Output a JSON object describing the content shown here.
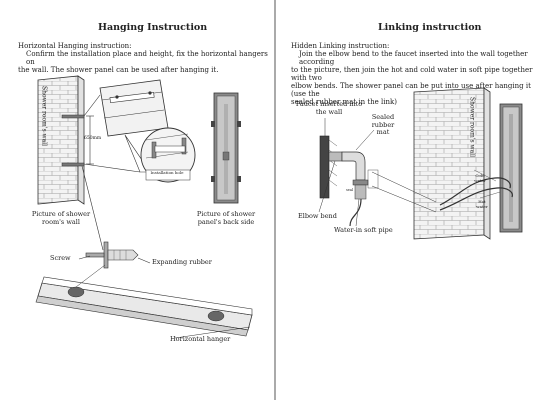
{
  "left": {
    "title": "Hanging Instruction",
    "intro_heading": "Horizontal Hanging instruction:",
    "intro_line1": "Confirm the installation place and height, fix the horizontal hangers on",
    "intro_line2": "the wall. The shower panel can be used after hanging it.",
    "wall_label": "Shower room's wall",
    "measurement": "650mm",
    "installation_hole_label": "Installation hole",
    "wall_picture_caption": "Picture of shower room's wall",
    "panel_back_caption": "Picture of shower panel's back side",
    "screw_label": "Screw",
    "expanding_rubber_label": "Expanding rubber",
    "horizontal_hanger_label": "Horizontal hanger"
  },
  "right": {
    "title": "Linking instruction",
    "intro_heading": "Hidden Linking instruction:",
    "intro_line1": "Join the elbow bend to the faucet inserted into the wall together according",
    "intro_line2": "to the picture,  then join the hot and cold water in soft pipe together with two",
    "intro_line3": "elbow bends. The shower panel can be put into use after hanging it (use the",
    "intro_line4": "sealed rubber mat in the link)",
    "faucet_label": "Faucet inserted into the wall",
    "sealed_mat_label": "Sealed rubber mat",
    "elbow_bend_label": "Elbow bend",
    "soft_pipe_label": "Water-in soft pipe",
    "wall_label": "Shower room's wall",
    "cold_water_label": "Cold water",
    "hot_water_label": "Hot water",
    "small_label": "seal"
  },
  "colors": {
    "line": "#333333",
    "wall": "#f2f2f2",
    "brick": "#9a9a9a",
    "divider": "#555555"
  }
}
